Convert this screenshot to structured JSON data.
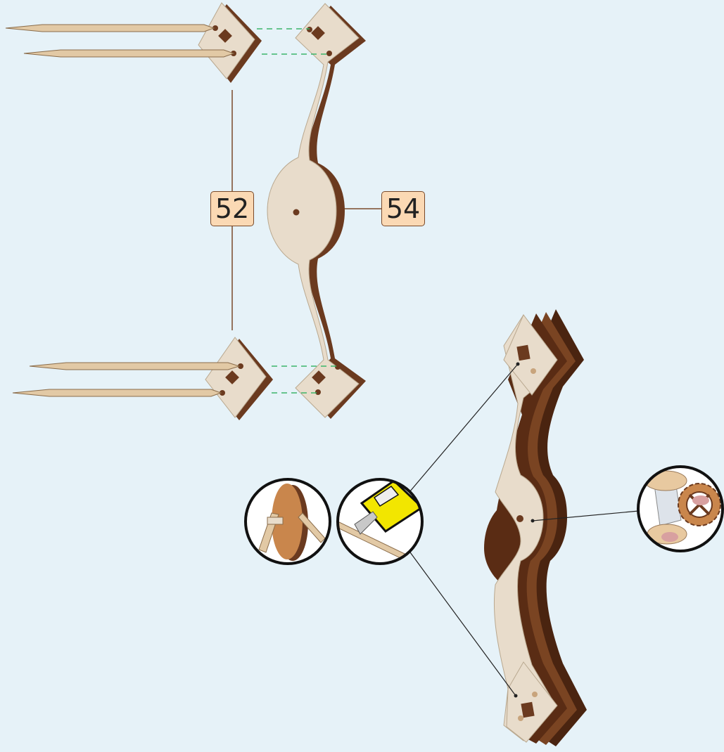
{
  "diagram": {
    "part_labels": [
      "52",
      "54"
    ],
    "colors": {
      "background": "#e6f2f8",
      "wood_face": "#e8dccb",
      "wood_edge": "#6b3a1f",
      "wood_edge_dark": "#4a2410",
      "skewer": "#e2c9a5",
      "label_fill": "#fbd9b4",
      "label_border": "#7a4a2a",
      "guide_dash": "#3cb56a",
      "cutter_body": "#f2e600"
    },
    "callouts": [
      "round-disc-detail",
      "utility-knife-trim-detail",
      "gear-glue-detail"
    ]
  }
}
